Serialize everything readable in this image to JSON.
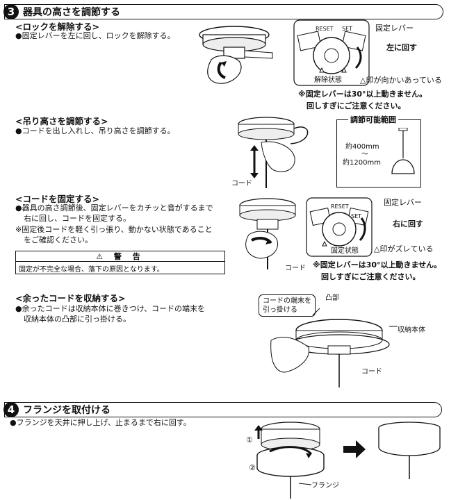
{
  "section3": {
    "number": "3",
    "title": "器具の高さを調節する",
    "lock": {
      "heading": "<ロックを解除する>",
      "text": "●固定レバーを左に回し、ロックを解除する。",
      "label_lever": "固定レバー",
      "label_turn": "左に回す",
      "label_state": "解除状態",
      "label_marks": "△印が向かいあっている",
      "label_reset": "RESET",
      "label_set": "SET",
      "note1": "※固定レバーは30°以上動きません。",
      "note2": "回しすぎにご注意ください。"
    },
    "height": {
      "heading": "<吊り高さを調節する>",
      "text": "●コードを出し入れし、吊り高さを調節する。",
      "label_cord": "コード",
      "range_title": "調節可能範囲",
      "range_min": "約400mm",
      "range_tilde": "〜",
      "range_max": "約1200mm"
    },
    "fix": {
      "heading": "<コードを固定する>",
      "text1": "●器具の高さ調節後、固定レバーをカチッと音がするまで",
      "text2": "右に回し、コードを固定する。",
      "text3": "※固定後コードを軽く引っ張り、動かない状態であること",
      "text4": "をご確認ください。",
      "label_lever": "固定レバー",
      "label_turn": "右に回す",
      "label_state": "固定状態",
      "label_marks": "△印がズレている",
      "label_cord": "コード",
      "label_reset": "RESET",
      "label_set": "SET",
      "note1": "※固定レバーは30°以上動きません。",
      "note2": "回しすぎにご注意ください。"
    },
    "warning": {
      "title": "⚠ 警 告",
      "text": "固定が不完全な場合、落下の原因となります。"
    },
    "store": {
      "heading": "<余ったコードを収納する>",
      "text1": "●余ったコードは収納本体に巻きつけ、コードの端末を",
      "text2": "収納本体の凸部に引っ掛ける。",
      "label_end1": "コードの端末を",
      "label_end2": "引っ掛ける",
      "label_boss": "凸部",
      "label_body": "収納本体",
      "label_cord": "コード"
    }
  },
  "section4": {
    "number": "4",
    "title": "フランジを取付ける",
    "text": "●フランジを天井に押し上げ、止まるまで右に回す。",
    "step1": "①",
    "step2": "②",
    "label_flange": "フランジ"
  }
}
